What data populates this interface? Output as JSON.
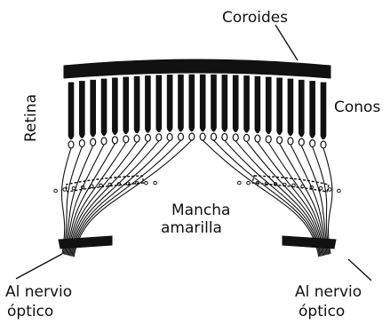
{
  "labels": {
    "coroides": "Coroides",
    "conos": "Conos",
    "retina": "Retina",
    "mancha_line1": "Mancha",
    "mancha_line2": "amarilla",
    "nervio_left_line1": "Al nervio",
    "nervio_left_line2": "óptico",
    "nervio_right_line1": "Al nervio",
    "nervio_right_line2": "óptico"
  },
  "colors": {
    "ink": "#111111",
    "paper": "#ffffff"
  }
}
